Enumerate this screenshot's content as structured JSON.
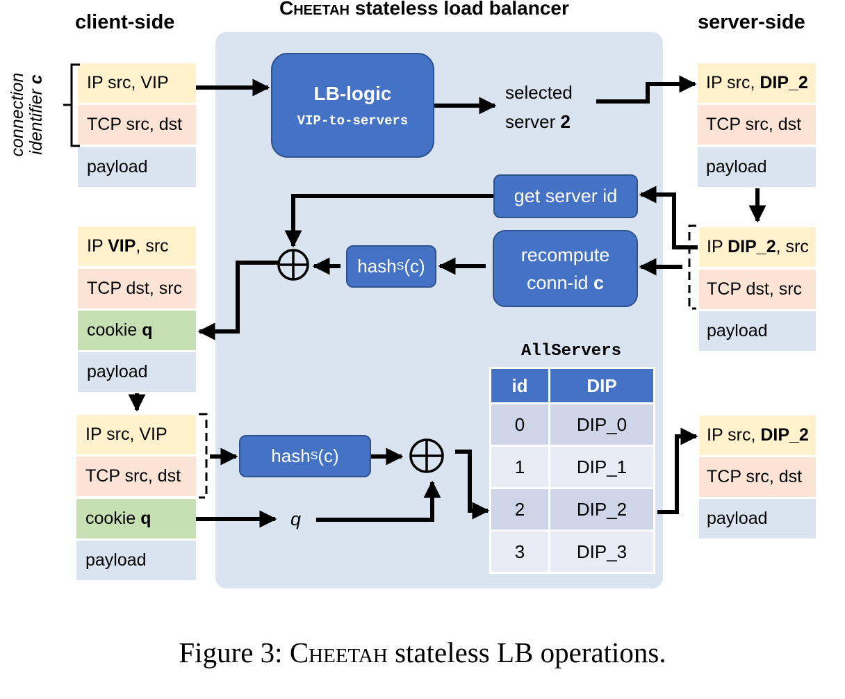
{
  "headings": {
    "client_side": "client-side",
    "lb_title_sc": "Cheetah",
    "lb_title_rest": " stateless load balancer",
    "server_side": "server-side"
  },
  "conn_id_label": {
    "line1": "connection",
    "line2_prefix": "identifier ",
    "line2_var": "c"
  },
  "client_packet_1": [
    {
      "field": "ip",
      "text": "IP src, VIP"
    },
    {
      "field": "tcp",
      "text": "TCP src, dst"
    },
    {
      "field": "payload",
      "text": "payload"
    }
  ],
  "client_packet_2": {
    "ip_prefix": "IP ",
    "ip_bold": "VIP",
    "ip_suffix": ", src",
    "tcp": "TCP dst, src",
    "cookie_prefix": "cookie ",
    "cookie_bold": "q",
    "payload": "payload"
  },
  "client_packet_3": {
    "ip": "IP src, VIP",
    "tcp": "TCP src, dst",
    "cookie_prefix": "cookie ",
    "cookie_bold": "q",
    "payload": "payload"
  },
  "server_packet_1": {
    "ip_prefix": "IP src, ",
    "ip_bold": "DIP_2",
    "tcp": "TCP src, dst",
    "payload": "payload"
  },
  "server_packet_2": {
    "ip_prefix": "IP ",
    "ip_bold": "DIP_2",
    "ip_suffix": ", src",
    "tcp": "TCP dst, src",
    "payload": "payload"
  },
  "server_packet_3": {
    "ip_prefix": "IP src, ",
    "ip_bold": "DIP_2",
    "tcp": "TCP src, dst",
    "payload": "payload"
  },
  "lb_logic": {
    "title": "LB-logic",
    "subtitle": "VIP-to-servers"
  },
  "selected_server": {
    "line1": "selected",
    "line2_prefix": "server ",
    "line2_bold": "2"
  },
  "get_server_id": "get server id",
  "recompute": {
    "line1": "recompute",
    "line2_prefix": "conn-id ",
    "line2_bold": "c"
  },
  "hash_top": {
    "base": "hash",
    "sub": "S",
    "arg": "(c)"
  },
  "hash_bottom": {
    "base": "hash",
    "sub": "S",
    "arg": "(c)"
  },
  "q_label": "q",
  "xor_symbol": "⊕",
  "all_servers": {
    "title": "AllServers",
    "headers": [
      "id",
      "DIP"
    ],
    "rows": [
      {
        "id": "0",
        "dip": "DIP_0"
      },
      {
        "id": "1",
        "dip": "DIP_1"
      },
      {
        "id": "2",
        "dip": "DIP_2"
      },
      {
        "id": "3",
        "dip": "DIP_3"
      }
    ]
  },
  "caption": {
    "prefix": "Figure 3: ",
    "sc": "Cheetah",
    "suffix": " stateless LB operations."
  },
  "colors": {
    "ip_header": "#fff2cc",
    "tcp_header": "#fbe4d6",
    "payload": "#dae3f0",
    "cookie": "#c6e0b4",
    "box_blue": "#4472c4",
    "lb_background": "#dae3f0"
  }
}
